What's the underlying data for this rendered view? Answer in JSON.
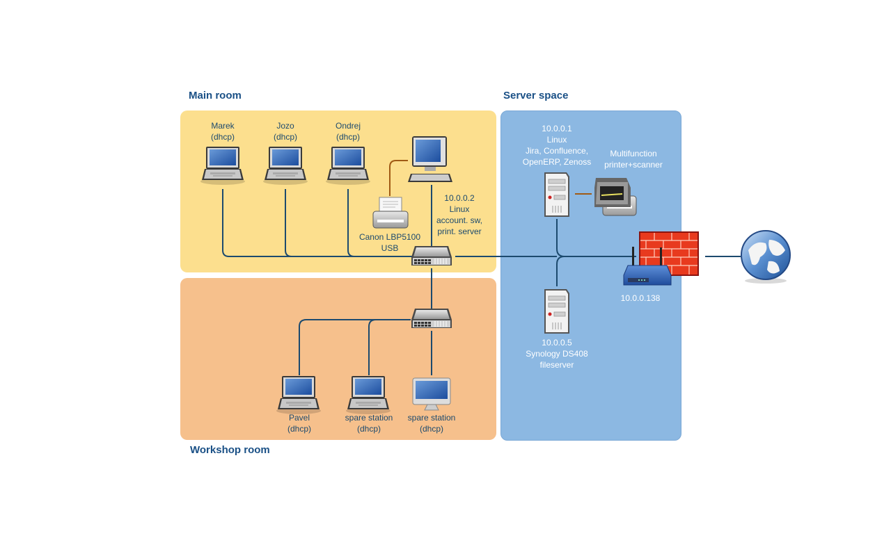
{
  "rooms": {
    "main": {
      "title": "Main room",
      "color": "#fcdf8e"
    },
    "workshop": {
      "title": "Workshop room",
      "color": "#f6c08c"
    },
    "server": {
      "title": "Server space",
      "color": "#8cb8e2"
    }
  },
  "colors": {
    "link": "#1c4a6e",
    "usb_link": "#a05a14",
    "title": "#1a5086",
    "firewall": "#e83a1e"
  },
  "main_room": {
    "laptops": [
      {
        "name": "Marek",
        "ip": "(dhcp)"
      },
      {
        "name": "Jozo",
        "ip": "(dhcp)"
      },
      {
        "name": "Ondrej",
        "ip": "(dhcp)"
      }
    ],
    "printer": {
      "name": "Canon LBP5100",
      "conn": "USB"
    },
    "desktop": {
      "ip": "10.0.0.2",
      "os": "Linux",
      "role1": "account. sw,",
      "role2": "print. server"
    }
  },
  "workshop_room": {
    "stations": [
      {
        "name": "Pavel",
        "ip": "(dhcp)"
      },
      {
        "name": "spare station",
        "ip": "(dhcp)"
      },
      {
        "name": "spare station",
        "ip": "(dhcp)"
      }
    ]
  },
  "server_space": {
    "server1": {
      "ip": "10.0.0.1",
      "os": "Linux",
      "apps1": "Jira, Confluence,",
      "apps2": "OpenERP, Zenoss"
    },
    "mfp": {
      "line1": "Multifunction",
      "line2": "printer+scanner"
    },
    "server2": {
      "ip": "10.0.0.5",
      "model": "Synology DS408",
      "role": "fileserver"
    },
    "router": {
      "ip": "10.0.0.138"
    }
  },
  "internet": {
    "icon": "globe-icon"
  }
}
